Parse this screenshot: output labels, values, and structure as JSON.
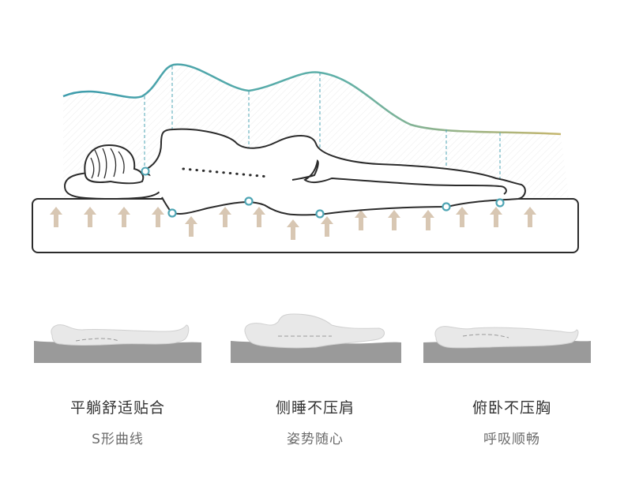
{
  "colors": {
    "outline": "#2b2b2b",
    "arrow": "#d8c7b3",
    "guide": "#4ea5b4",
    "curve_start": "#3e9cac",
    "curve_end": "#c6b66e",
    "mattress_gray": "#9a9a9a",
    "silhouette": "#e6e6e6"
  },
  "icons": [
    "mattress-icon",
    "sleeper-silhouette-icon",
    "support-arrow-icon",
    "pressure-point-icon"
  ],
  "captions": [
    {
      "title": "平躺舒适贴合",
      "subtitle": "S形曲线"
    },
    {
      "title": "侧睡不压肩",
      "subtitle": "姿势随心"
    },
    {
      "title": "俯卧不压胸",
      "subtitle": "呼吸顺畅"
    }
  ]
}
